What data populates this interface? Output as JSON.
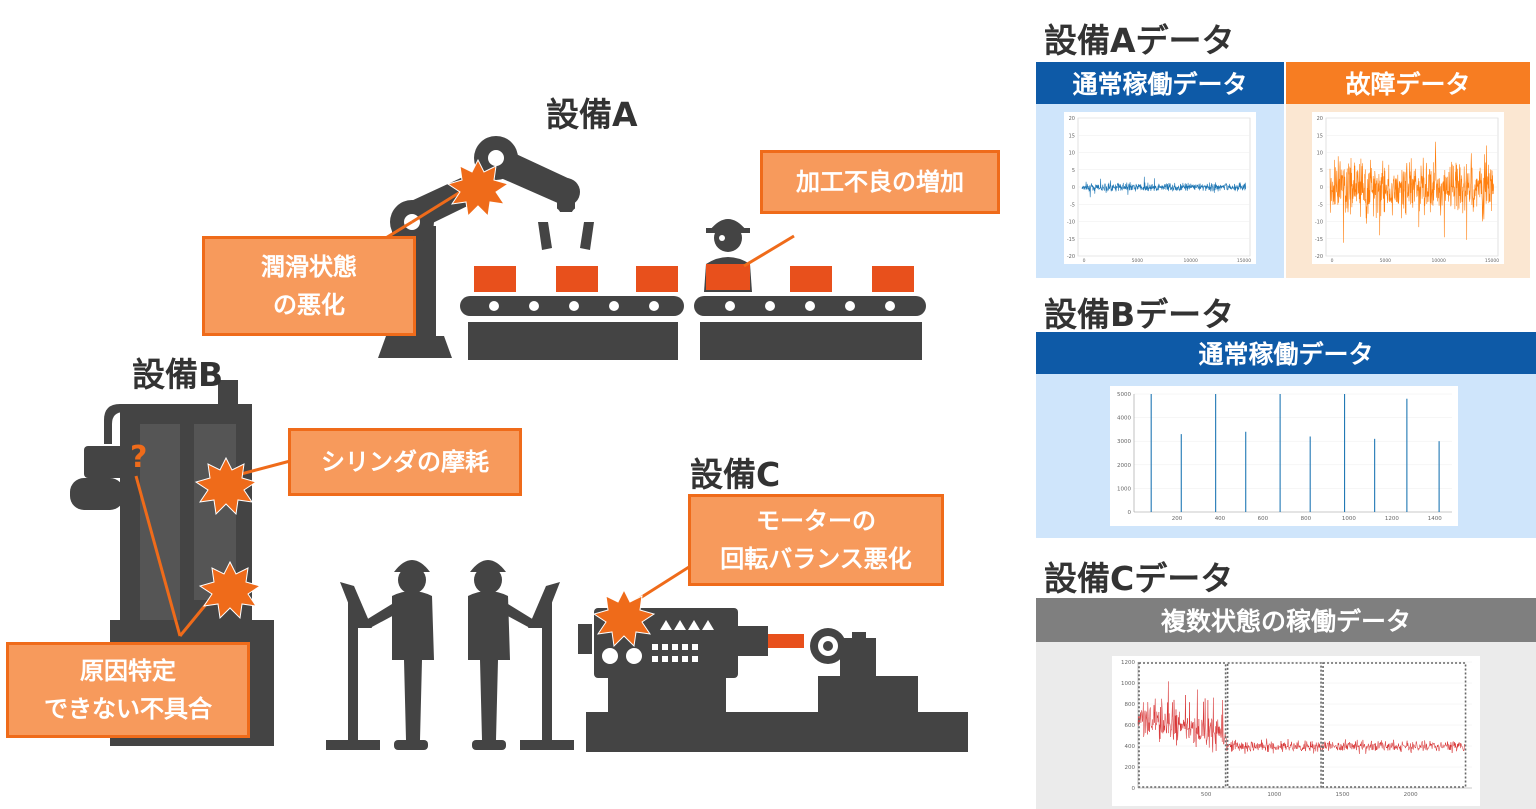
{
  "labels": {
    "equip_a": "設備A",
    "equip_b": "設備B",
    "equip_c": "設備C"
  },
  "callouts": {
    "lubrication": "潤滑状態\nの悪化",
    "processing": "加工不良の増加",
    "cylinder": "シリンダの摩耗",
    "motor": "モーターの\n回転バランス悪化",
    "unknown": "原因特定\nできない不具合",
    "question_mark": "?"
  },
  "data_panels": {
    "a": {
      "title": "設備Aデータ",
      "normal_header": "通常稼働データ",
      "fault_header": "故障データ"
    },
    "b": {
      "title": "設備Bデータ",
      "normal_header": "通常稼働データ"
    },
    "c": {
      "title": "設備Cデータ",
      "header": "複数状態の稼働データ"
    }
  },
  "colors": {
    "orange": "#ef6b1a",
    "orange_fill": "#f79a5c",
    "blue_header": "#0e5aa7",
    "light_blue": "#cfe5fb",
    "orange_header": "#f77d22",
    "light_orange": "#fbe7d2",
    "gray_header": "#7f7f7f",
    "light_gray": "#ebebeb",
    "dark": "#444444",
    "box_red": "#e8501c"
  },
  "chart_data": [
    {
      "type": "line",
      "series": [
        {
          "values": "noise_small"
        }
      ],
      "yticks": [
        "20",
        "15",
        "10",
        "5",
        "0",
        "-5",
        "-10",
        "-15",
        "-20"
      ],
      "xticks": [
        "0",
        "5000",
        "10000",
        "15000"
      ],
      "ylim": [
        -20,
        20
      ],
      "color": "#1f77b4"
    },
    {
      "type": "line",
      "series": [
        {
          "values": "noise_large"
        }
      ],
      "yticks": [
        "20",
        "15",
        "10",
        "5",
        "0",
        "-5",
        "-10",
        "-15",
        "-20"
      ],
      "xticks": [
        "0",
        "5000",
        "10000",
        "15000"
      ],
      "ylim": [
        -20,
        20
      ],
      "color": "#ff7f0e"
    },
    {
      "type": "line",
      "peaks": [
        {
          "x": 80,
          "y": 5000
        },
        {
          "x": 220,
          "y": 3300
        },
        {
          "x": 380,
          "y": 5000
        },
        {
          "x": 520,
          "y": 3400
        },
        {
          "x": 680,
          "y": 5000
        },
        {
          "x": 820,
          "y": 3200
        },
        {
          "x": 980,
          "y": 5000
        },
        {
          "x": 1120,
          "y": 3100
        },
        {
          "x": 1270,
          "y": 4800
        },
        {
          "x": 1420,
          "y": 3000
        }
      ],
      "yticks": [
        "5000",
        "4000",
        "3000",
        "2000",
        "1000",
        "0"
      ],
      "xticks": [
        "200",
        "400",
        "600",
        "800",
        "1000",
        "1200",
        "1400"
      ],
      "xlim": [
        0,
        1480
      ],
      "ylim": [
        0,
        5200
      ],
      "color": "#1f77b4"
    },
    {
      "type": "line",
      "segments": [
        {
          "x_from": 0,
          "x_to": 650,
          "mean_from": 650,
          "mean_to": 500
        },
        {
          "x_from": 650,
          "x_to": 1350,
          "mean_from": 400,
          "mean_to": 390
        },
        {
          "x_from": 1350,
          "x_to": 2400,
          "mean_from": 400,
          "mean_to": 400
        }
      ],
      "yticks": [
        "1200",
        "1000",
        "800",
        "600",
        "400",
        "200",
        "0"
      ],
      "xticks": [
        "500",
        "1000",
        "1500",
        "2000"
      ],
      "xlim": [
        0,
        2450
      ],
      "ylim": [
        0,
        1250
      ],
      "boundaries": [
        650,
        1350
      ],
      "color": "#d62728"
    }
  ]
}
